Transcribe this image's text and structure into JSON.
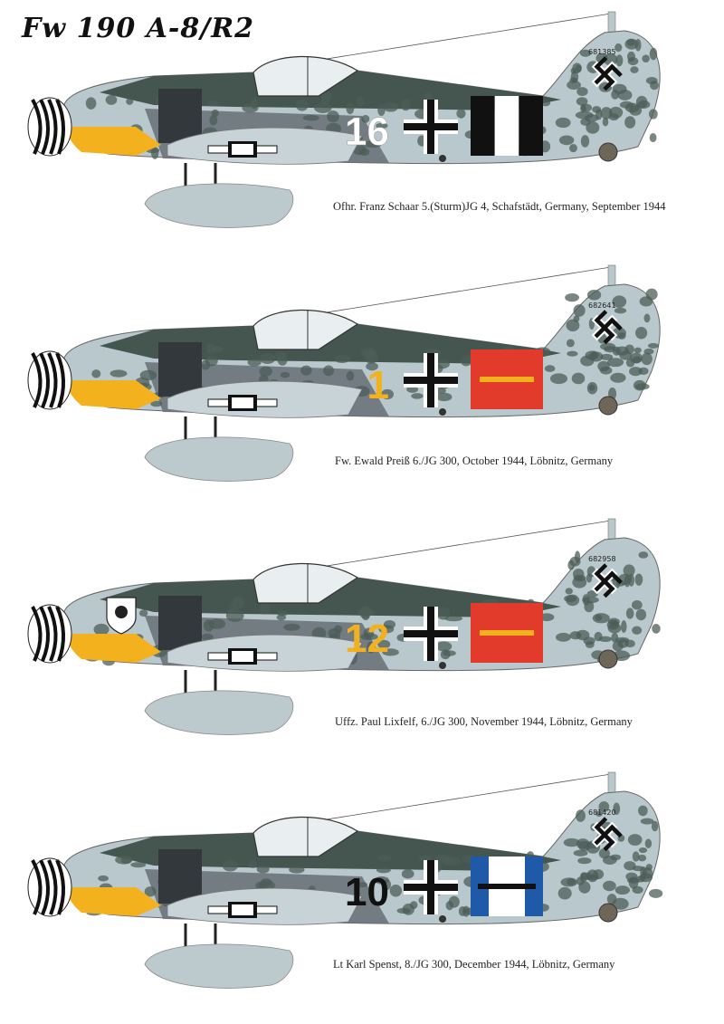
{
  "title": "Fw 190 A-8/R2",
  "colors": {
    "upper_green": "#3d5048",
    "upper_grey": "#6b737a",
    "lower_blue": "#b9c8cc",
    "mottle": "#4c5d58",
    "yellow": "#f2b11d",
    "red": "#e23a2b",
    "blue": "#1e5aa8",
    "white": "#ffffff",
    "black": "#111111"
  },
  "profiles": [
    {
      "id": "profile-1",
      "number": "16",
      "number_color": "#ffffff",
      "werknummer": "681385",
      "band": "black-white",
      "band_colors": [
        "#111111",
        "#ffffff",
        "#111111"
      ],
      "caption": "Ofhr. Franz Schaar 5.(Sturm)JG 4, Schafstädt, Germany, September 1944"
    },
    {
      "id": "profile-2",
      "number": "1",
      "number_color": "#f2b11d",
      "werknummer": "682641",
      "band": "red-yellow",
      "band_colors": [
        "#e23a2b"
      ],
      "band_stripe": "#f2b11d",
      "caption": "Fw. Ewald Preiß 6./JG 300, October 1944, Löbnitz, Germany"
    },
    {
      "id": "profile-3",
      "number": "12",
      "number_color": "#f2b11d",
      "werknummer": "682958",
      "band": "red-yellow",
      "band_colors": [
        "#e23a2b"
      ],
      "band_stripe": "#f2b11d",
      "caption": "Uffz. Paul Lixfelf, 6./JG 300, November 1944, Löbnitz, Germany"
    },
    {
      "id": "profile-4",
      "number": "10",
      "number_color": "#111111",
      "werknummer": "681420",
      "band": "blue-white-blue",
      "band_colors": [
        "#1e5aa8",
        "#ffffff",
        "#1e5aa8"
      ],
      "band_stripe": "#111111",
      "caption": "Lt Karl Spenst, 8./JG 300, December 1944, Löbnitz, Germany"
    }
  ]
}
